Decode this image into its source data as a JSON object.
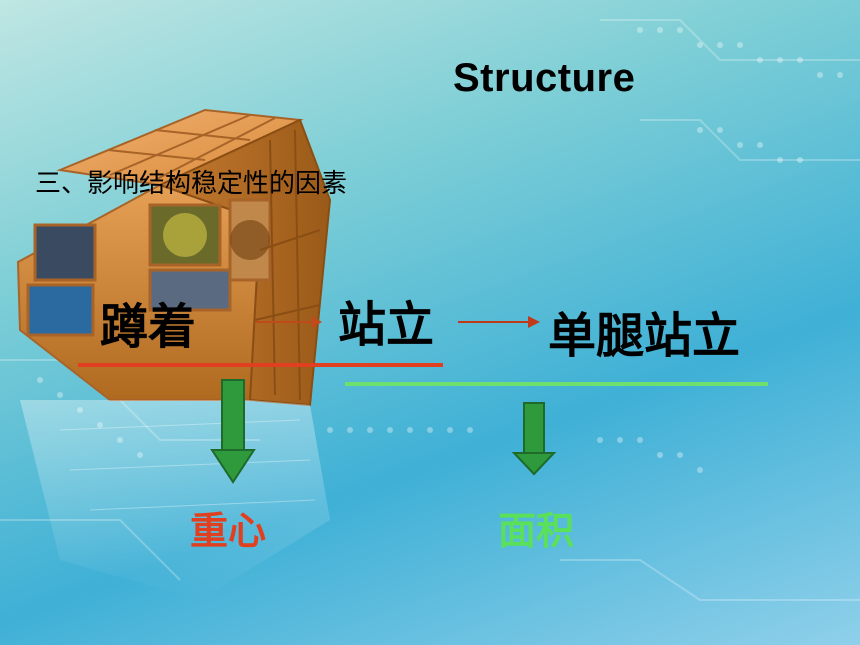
{
  "title": "Structure",
  "subtitle": "三、影响结构稳定性的因素",
  "words": {
    "crouch": "蹲着",
    "stand": "站立",
    "one_leg_stand": "单腿站立"
  },
  "labels": {
    "center_of_gravity": "重心",
    "area": "面积"
  },
  "colors": {
    "orange_line": "#e04020",
    "green_line": "#6ee06e",
    "arrow_green": "#2f9a3c",
    "label_red": "#e04020",
    "label_green": "#5be05a"
  }
}
